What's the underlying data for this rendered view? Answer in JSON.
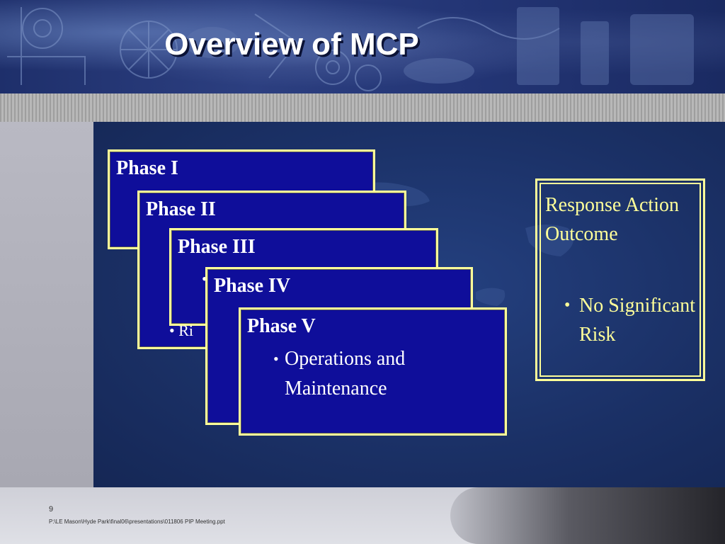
{
  "slide": {
    "title": "Overview of MCP",
    "page_number": "9",
    "file_path": "P:\\LE Mason\\Hyde Park\\final06\\presentations\\011806 PIP Meeting.ppt"
  },
  "phases": [
    {
      "title": "Phase I"
    },
    {
      "title": "Phase II",
      "peek_text": "• Ri"
    },
    {
      "title": "Phase III",
      "peek_text": "•"
    },
    {
      "title": "Phase IV"
    },
    {
      "title": "Phase V",
      "bullet": "Operations and Maintenance"
    }
  ],
  "outcome": {
    "heading": "Response Action Outcome",
    "bullet": "No Significant Risk"
  },
  "colors": {
    "card_fill": "#0f0e9a",
    "card_border": "#ffff99",
    "outcome_text": "#ffff99",
    "panel": "#1b3167"
  }
}
